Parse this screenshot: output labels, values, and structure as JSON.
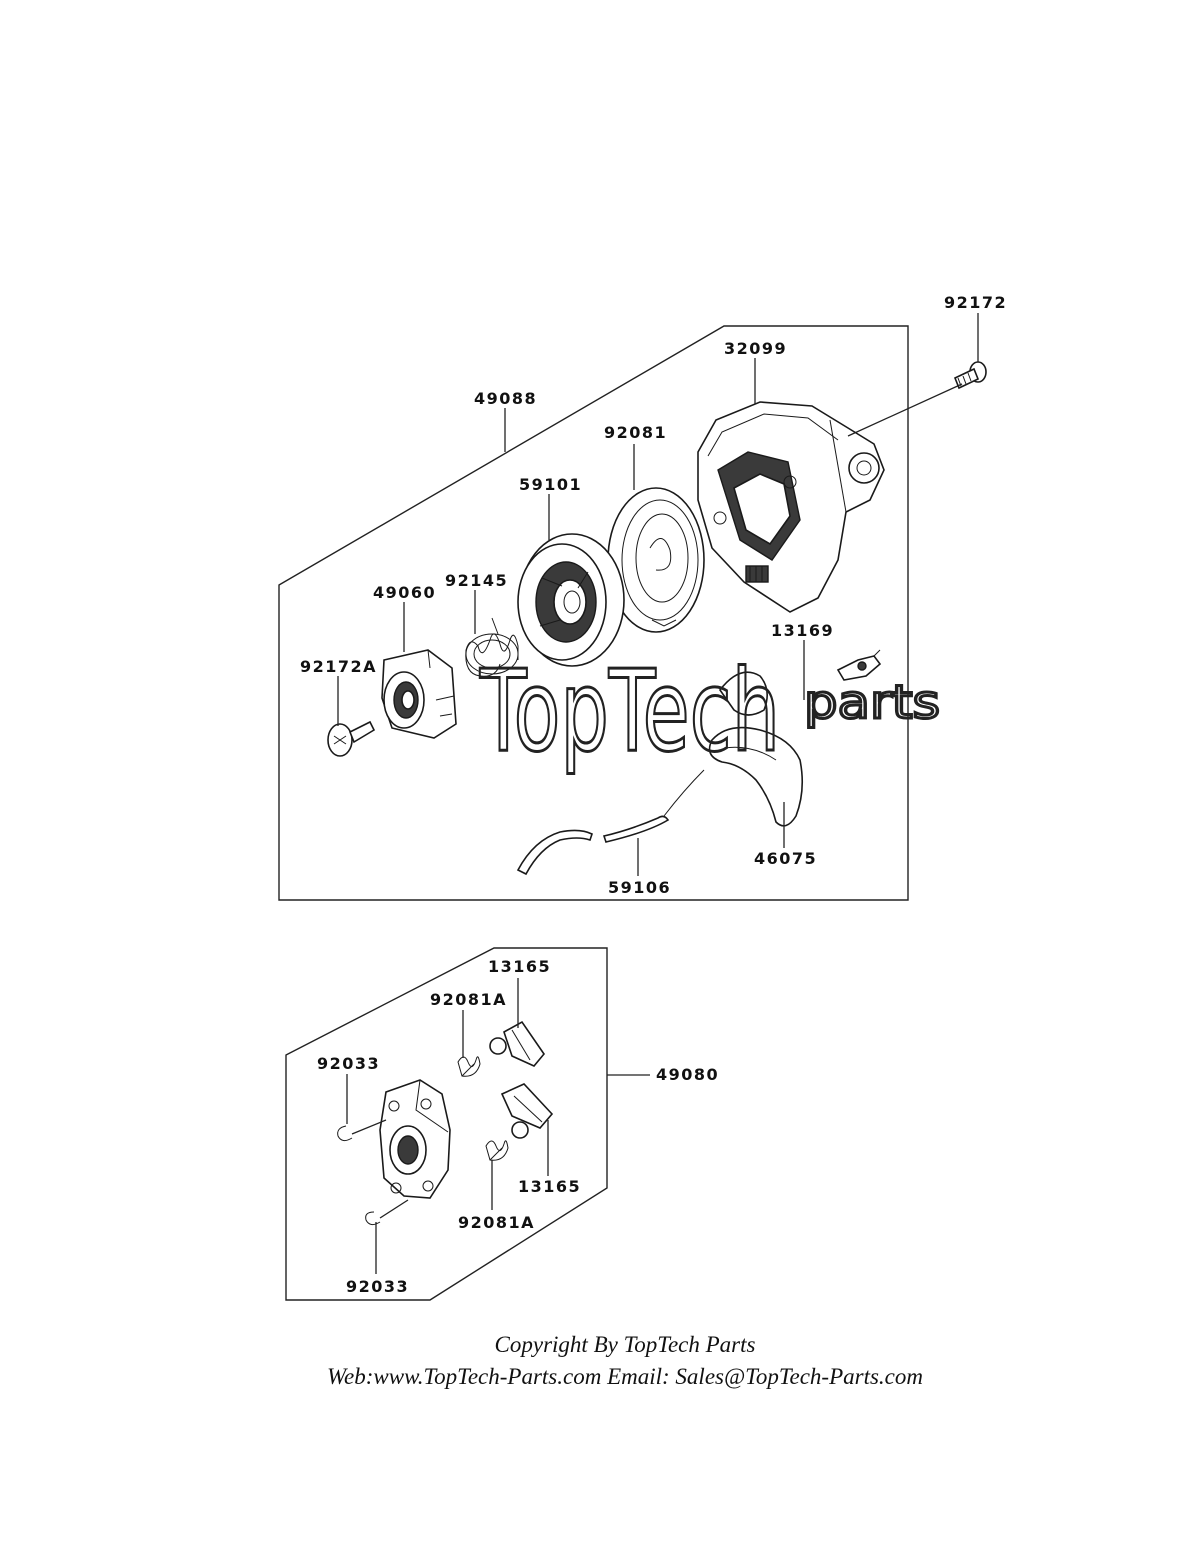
{
  "parts": {
    "p92172": "92172",
    "p32099": "32099",
    "p49088": "49088",
    "p92081": "92081",
    "p59101": "59101",
    "p92145": "92145",
    "p49060": "49060",
    "p92172A": "92172A",
    "p13169": "13169",
    "p46075": "46075",
    "p59106": "59106",
    "p13165a": "13165",
    "p92081Aa": "92081A",
    "p92033a": "92033",
    "p49080": "49080",
    "p13165b": "13165",
    "p92081Ab": "92081A",
    "p92033b": "92033"
  },
  "watermark": {
    "brand": "TopTech",
    "suffix": "parts"
  },
  "footer": {
    "copyright": "Copyright By TopTech Parts",
    "contact": "Web:www.TopTech-Parts.com  Email: Sales@TopTech-Parts.com"
  }
}
